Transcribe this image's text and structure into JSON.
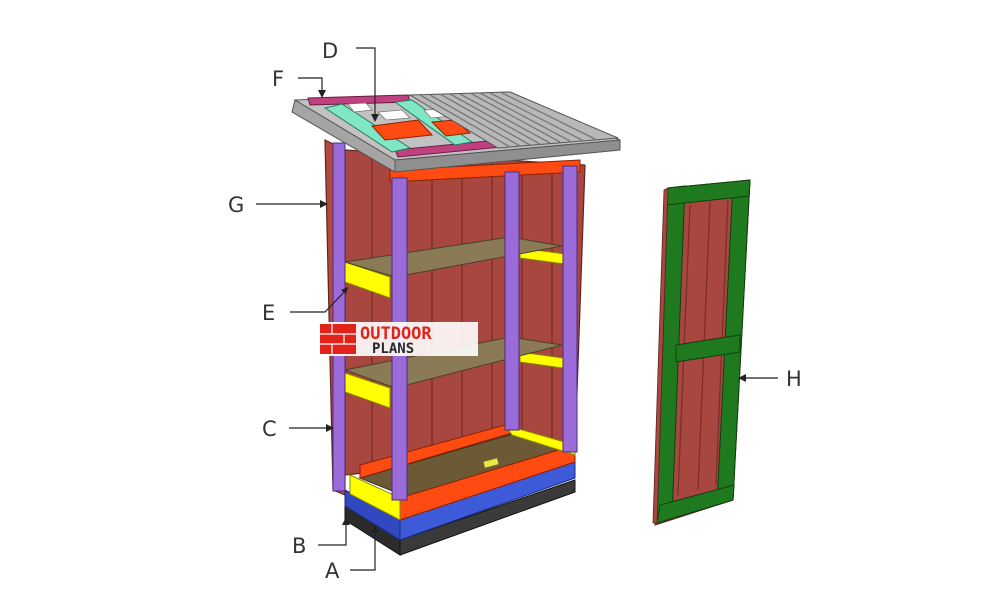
{
  "labels": {
    "a": "A",
    "b": "B",
    "c": "C",
    "d": "D",
    "e": "E",
    "f": "F",
    "g": "G",
    "h": "H"
  },
  "watermark": {
    "line1": "OUTDOOR",
    "line2": "PLANS"
  },
  "colors": {
    "back_panel": "#a8473f",
    "panel_line": "#7c2f29",
    "frame_purple": "#9b6bd9",
    "shelf_support_yellow": "#ffff00",
    "floor_frame_orange": "#ff4a12",
    "base_blue": "#3d5ad8",
    "skid_gray": "#3a3a3a",
    "shelf_plywood": "#8a7a55",
    "door_frame_green": "#1f7a1f",
    "roof_rafter_pink": "#c0417f",
    "roof_cleat_mint": "#7fe6c6",
    "roof_sheet": "#9a9a9a",
    "roof_edge": "#6e6e6e"
  }
}
